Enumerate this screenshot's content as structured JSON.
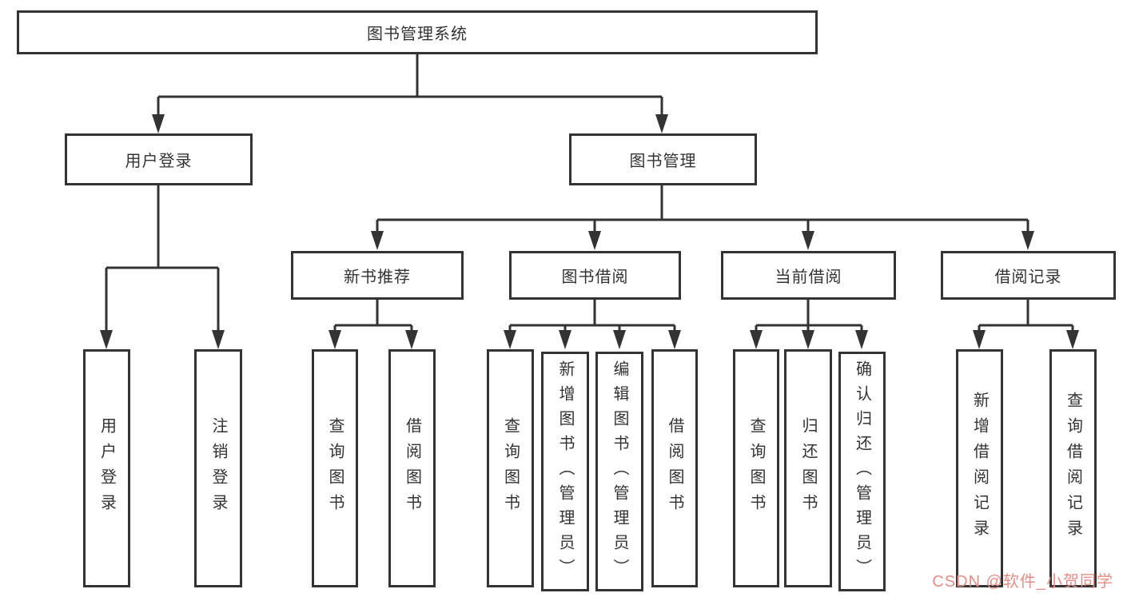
{
  "diagram": {
    "root": "图书管理系统",
    "branches": [
      {
        "label": "用户登录",
        "children": [
          "用户登录",
          "注销登录"
        ]
      },
      {
        "label": "图书管理",
        "sections": [
          {
            "label": "新书推荐",
            "children": [
              "查询图书",
              "借阅图书"
            ]
          },
          {
            "label": "图书借阅",
            "children": [
              "查询图书",
              "新增图书（管理员）",
              "编辑图书（管理员）",
              "借阅图书"
            ]
          },
          {
            "label": "当前借阅",
            "children": [
              "查询图书",
              "归还图书",
              "确认归还（管理员）"
            ]
          },
          {
            "label": "借阅记录",
            "children": [
              "新增借阅记录",
              "查询借阅记录"
            ]
          }
        ]
      }
    ]
  },
  "watermark": {
    "text": "CSDN @软件_小贺同学",
    "color": "#e38e87"
  },
  "colors": {
    "line": "#333333",
    "node_border": "#333333",
    "background": "#ffffff"
  }
}
